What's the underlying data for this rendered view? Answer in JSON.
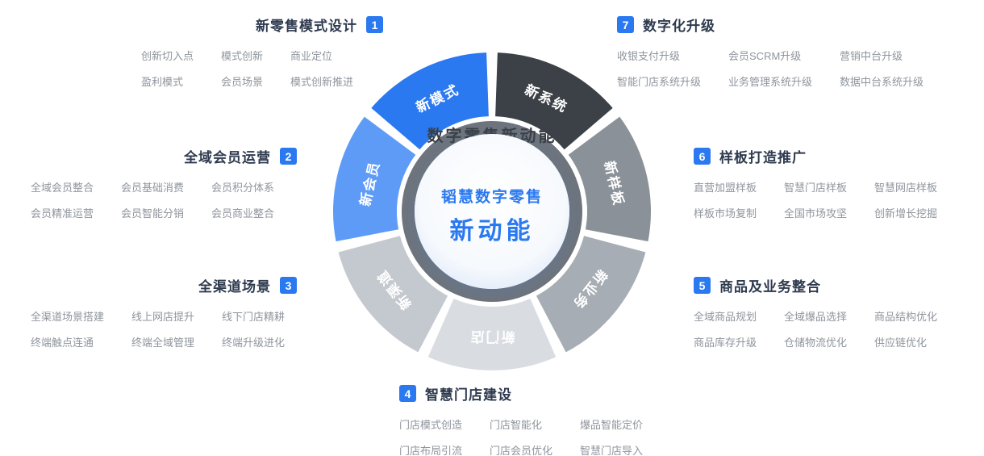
{
  "center": {
    "ring_text": "数字零售新动能",
    "line1": "韬慧数字零售",
    "line2": "新动能"
  },
  "wheel": {
    "accent_color": "#2a79f0",
    "ring_color": "#6d747d",
    "segments": [
      {
        "label": "新系统",
        "color": "#3c4147",
        "text_color": "#ffffff"
      },
      {
        "label": "新样板",
        "color": "#8a9198",
        "text_color": "#ffffff"
      },
      {
        "label": "新业务",
        "color": "#a7adb4",
        "text_color": "#ffffff"
      },
      {
        "label": "新门店",
        "color": "#d9dde2",
        "text_color": "#ffffff"
      },
      {
        "label": "新渠道",
        "color": "#c4c9cf",
        "text_color": "#ffffff"
      },
      {
        "label": "新会员",
        "color": "#5e9bf7",
        "text_color": "#ffffff"
      },
      {
        "label": "新模式",
        "color": "#2a79f0",
        "text_color": "#ffffff"
      }
    ]
  },
  "blocks": [
    {
      "number": "1",
      "title": "新零售模式设计",
      "items": [
        [
          "创新切入点",
          "模式创新",
          "商业定位"
        ],
        [
          "盈利模式",
          "会员场景",
          "模式创新推进"
        ]
      ]
    },
    {
      "number": "2",
      "title": "全域会员运营",
      "items": [
        [
          "全域会员整合",
          "会员基础消费",
          "会员积分体系"
        ],
        [
          "会员精准运营",
          "会员智能分销",
          "会员商业整合"
        ]
      ]
    },
    {
      "number": "3",
      "title": "全渠道场景",
      "items": [
        [
          "全渠道场景搭建",
          "线上网店提升",
          "线下门店精耕"
        ],
        [
          "终端触点连通",
          "终端全域管理",
          "终端升级进化"
        ]
      ]
    },
    {
      "number": "4",
      "title": "智慧门店建设",
      "items": [
        [
          "门店模式创造",
          "门店智能化",
          "爆品智能定价"
        ],
        [
          "门店布局引流",
          "门店会员优化",
          "智慧门店导入"
        ]
      ]
    },
    {
      "number": "5",
      "title": "商品及业务整合",
      "items": [
        [
          "全域商品规划",
          "全域爆品选择",
          "商品结构优化"
        ],
        [
          "商品库存升级",
          "仓储物流优化",
          "供应链优化"
        ]
      ]
    },
    {
      "number": "6",
      "title": "样板打造推广",
      "items": [
        [
          "直营加盟样板",
          "智慧门店样板",
          "智慧网店样板"
        ],
        [
          "样板市场复制",
          "全国市场攻坚",
          "创新增长挖掘"
        ]
      ]
    },
    {
      "number": "7",
      "title": "数字化升级",
      "items": [
        [
          "收银支付升级",
          "会员SCRM升级",
          "营销中台升级"
        ],
        [
          "智能门店系统升级",
          "业务管理系统升级",
          "数据中台系统升级"
        ]
      ]
    }
  ]
}
